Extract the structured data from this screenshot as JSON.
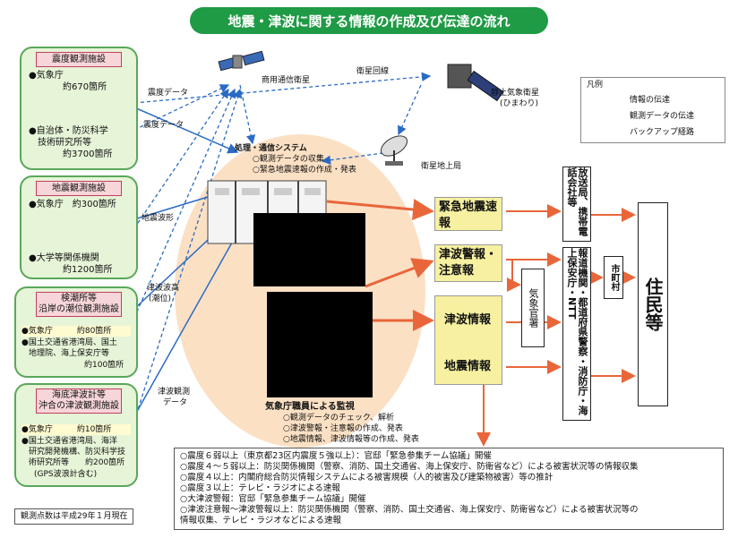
{
  "title": "地震・津波に関する情報の作成及び伝達の流れ",
  "facilities": {
    "seismic": {
      "name": "震度観測施設",
      "l1": "●気象庁",
      "l2": "約670箇所",
      "l3": "●自治体・防災科学",
      "l4": "技術研究所等",
      "l5": "約3700箇所"
    },
    "quake": {
      "name": "地震観測施設",
      "l1": "●気象庁　約300箇所",
      "l2": "●大学等関係機関",
      "l3": "約1200箇所"
    },
    "tide": {
      "name1": "検潮所等",
      "name2": "沿岸の潮位観測施設",
      "l1": "●気象庁　　　約80箇所",
      "l2": "●国土交通省港湾局、国土",
      "l3": "地理院、海上保安庁等",
      "l4": "約100箇所"
    },
    "ocean": {
      "name1": "海底津波計等",
      "name2": "沖合の津波観測施設",
      "l1": "●気象庁　　　約10箇所",
      "l2": "●国土交通省港湾局、海洋",
      "l3": "研究開発機構、防災科学技",
      "l4": "術研究所等　　約200箇所",
      "l5": "(GPS波浪計含む)"
    }
  },
  "labels": {
    "quake_data1": "震度データ",
    "quake_data2": "震度データ",
    "waveform": "地震波形",
    "tide_wave": "津波波高",
    "tide_wave2": "(潮位)",
    "tsunami_obs": "津波観測",
    "tsunami_obs2": "データ",
    "commercial_sat": "商用通信衛星",
    "sat_line": "衛星回線",
    "himawari1": "静止気象衛星",
    "himawari2": "(ひまわり)",
    "ground_station": "衛星地上局"
  },
  "system": {
    "title": "処理・通信システム",
    "l1": "○観測データの収集",
    "l2": "○緊急地震速報の作成・発表"
  },
  "staff": {
    "title": "気象庁職員による監視",
    "l1": "○観測データのチェック、解析",
    "l2": "○津波警報・注意報の作成、発表",
    "l3": "○地震情報、津波情報等の作成、発表"
  },
  "products": {
    "eew": "緊急地震速報",
    "warn": "津波警報・注意報",
    "tinfo": "津波情報",
    "qinfo": "地震情報"
  },
  "recipients": {
    "carrier": "放送局、携帯電話会社等",
    "agency": "気象官署",
    "orgs": "報道機関・都道府県警察・消防庁・海上保安庁・NTT",
    "city": "市町村",
    "residents": "住民等"
  },
  "legend": {
    "title": "凡例",
    "info": "情報の伝達",
    "obs": "観測データの伝達",
    "backup": "バックアップ経路"
  },
  "legend_colors": {
    "info": "#e8663a",
    "obs": "#2a6bc4",
    "backup": "#2a6bc4"
  },
  "notes": [
    "○震度６弱以上（東京都23区内震度５強以上）：官邸「緊急参集チーム協議」開催",
    "○震度４～５弱以上：防災関係機関（警察、消防、国土交通省、海上保安庁、防衛省など）による被害状況等の情報収集",
    "○震度４以上：内閣府総合防災情報システムによる被害規模（人的被害及び建築物被害）等の推計",
    "○震度３以上：テレビ・ラジオによる速報",
    "○大津波警報：官邸「緊急参集チーム協議」開催",
    "○津波注意報～津波警報以上：防災関係機関（警察、消防、国土交通省、海上保安庁、防衛省など）による被害状況等の",
    "情報収集、テレビ・ラジオなどによる速報"
  ],
  "footnote": "観測点数は平成29年１月現在"
}
